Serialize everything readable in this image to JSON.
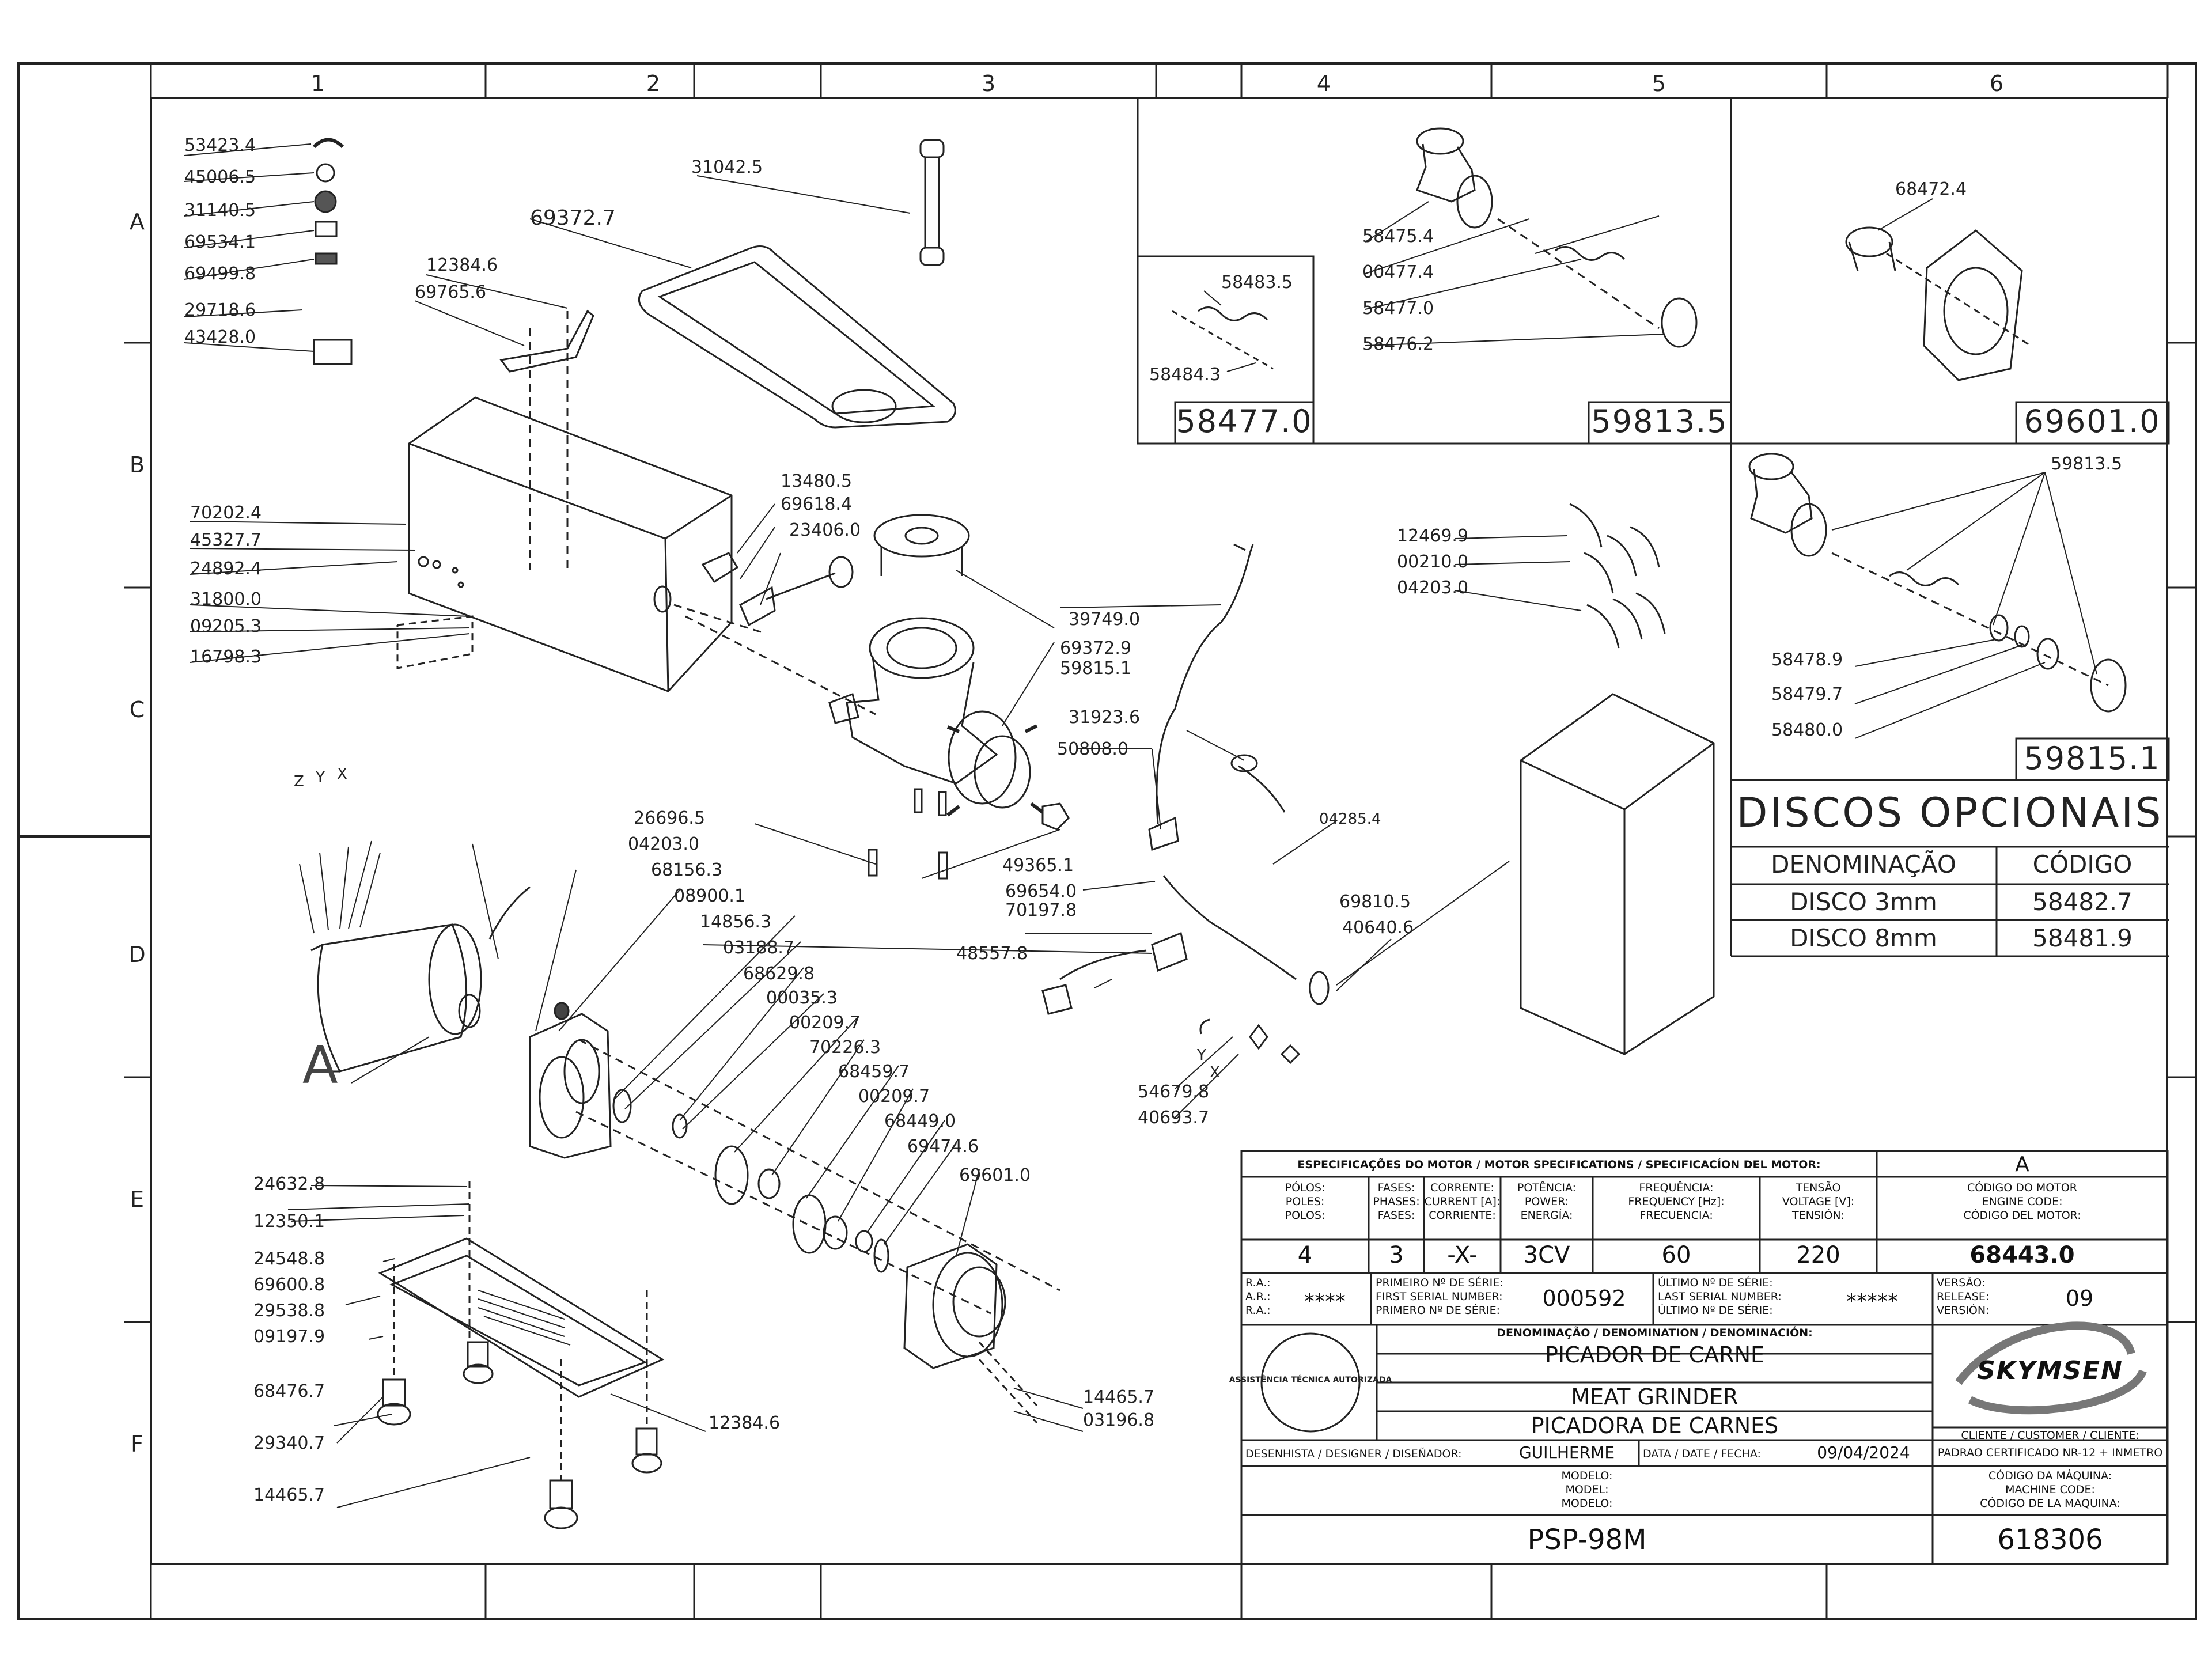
{
  "grid": {
    "cols": [
      "1",
      "2",
      "3",
      "4",
      "5",
      "6"
    ],
    "rows": [
      "A",
      "B",
      "C",
      "D",
      "E",
      "F"
    ]
  },
  "parts": {
    "p53423_4": "53423.4",
    "p45006_5": "45006.5",
    "p31140_5": "31140.5",
    "p69534_1": "69534.1",
    "p69499_8": "69499.8",
    "p29718_6": "29718.6",
    "p43428_0": "43428.0",
    "p69372_7": "69372.7",
    "p12384_6a": "12384.6",
    "p69765_6": "69765.6",
    "p31042_5": "31042.5",
    "p70202_4": "70202.4",
    "p45327_7": "45327.7",
    "p24892_4": "24892.4",
    "p31800_0": "31800.0",
    "p09205_3": "09205.3",
    "p16798_3": "16798.3",
    "p13480_5": "13480.5",
    "p69618_4": "69618.4",
    "p23406_0": "23406.0",
    "p39749_0": "39749.0",
    "p69372_9": "69372.9",
    "p59815_1": "59815.1",
    "p31923_6": "31923.6",
    "p50808_0": "50808.0",
    "p26696_5": "26696.5",
    "p04203_0a": "04203.0",
    "p68156_3": "68156.3",
    "p08900_1": "08900.1",
    "p14856_3": "14856.3",
    "p03188_7": "03188.7",
    "p68629_8": "68629.8",
    "p00035_3": "00035.3",
    "p00209_7a": "00209.7",
    "p70226_3": "70226.3",
    "p68459_7": "68459.7",
    "p00209_7b": "00209.7",
    "p68449_0": "68449.0",
    "p69474_6": "69474.6",
    "p69601_0": "69601.0",
    "p49365_1": "49365.1",
    "p69654_0": "69654.0",
    "p70197_8": "70197.8",
    "p48557_8": "48557.8",
    "p04285_4": "04285.4",
    "p69810_5": "69810.5",
    "p40640_6": "40640.6",
    "p54679_8": "54679.8",
    "p40693_7": "40693.7",
    "p12469_9": "12469.9",
    "p00210_0": "00210.0",
    "p04203_0b": "04203.0",
    "p24632_8": "24632.8",
    "p12350_1": "12350.1",
    "p24548_8": "24548.8",
    "p69600_8": "69600.8",
    "p29538_8": "29538.8",
    "p09197_9": "09197.9",
    "p68476_7": "68476.7",
    "p29340_7": "29340.7",
    "p14465_7a": "14465.7",
    "p12384_6b": "12384.6",
    "p14465_7b": "14465.7",
    "p03196_8": "03196.8",
    "p58483_5": "58483.5",
    "p58484_3": "58484.3",
    "p58475_4": "58475.4",
    "p00477_4": "00477.4",
    "p58477_0": "58477.0",
    "p58476_2": "58476.2",
    "p68472_4": "68472.4",
    "p59813_5": "59813.5",
    "p58478_9": "58478.9",
    "p58479_7": "58479.7",
    "p58480_0": "58480.0"
  },
  "wires": {
    "z": "Z",
    "y": "Y",
    "x": "X",
    "y2": "Y",
    "x2": "X"
  },
  "detail": {
    "a": "A"
  },
  "boxes": {
    "b1": "58477.0",
    "b2": "59813.5",
    "b3": "69601.0",
    "b4": "59815.1"
  },
  "discos": {
    "title": "DISCOS OPCIONAIS",
    "h1": "DENOMINAÇÃO",
    "h2": "CÓDIGO",
    "r1n": "DISCO 3mm",
    "r1c": "58482.7",
    "r2n": "DISCO 8mm",
    "r2c": "58481.9"
  },
  "title_block": {
    "spec_header": "ESPECIFICAÇÕES DO MOTOR / MOTOR SPECIFICATIONS / SPECIFICACÍON DEL MOTOR:",
    "code_letter": "A",
    "motor_code_label": [
      "CÓDIGO DO MOTOR",
      "ENGINE CODE:",
      "CÓDIGO DEL MOTOR:"
    ],
    "motor_code": "68443.0",
    "spec_labels": [
      [
        "PÓLOS:",
        "POLES:",
        "POLOS:"
      ],
      [
        "FASES:",
        "PHASES:",
        "FASES:"
      ],
      [
        "CORRENTE:",
        "CURRENT [A]:",
        "CORRIENTE:"
      ],
      [
        "POTÊNCIA:",
        "POWER:",
        "ENERGÍA:"
      ],
      [
        "FREQUÊNCIA:",
        "FREQUENCY [Hz]:",
        "FRECUENCIA:"
      ],
      [
        "TENSÃO",
        "VOLTAGE [V]:",
        "TENSIÓN:"
      ]
    ],
    "spec_values": [
      "4",
      "3",
      "-X-",
      "3CV",
      "60",
      "220"
    ],
    "ra_label": [
      "R.A.:",
      "A.R.:",
      "R.A.:"
    ],
    "ra_value": "****",
    "first_serial_label": [
      "PRIMEIRO Nº DE SÉRIE:",
      "FIRST SERIAL NUMBER:",
      "PRIMERO Nº DE SÉRIE:"
    ],
    "first_serial": "000592",
    "last_serial_label": [
      "ÚLTIMO Nº DE SÉRIE:",
      "LAST SERIAL NUMBER:",
      "ÚLTIMO Nº DE SÉRIE:"
    ],
    "last_serial": "*****",
    "version_label": [
      "VERSÃO:",
      "RELEASE:",
      "VERSIÓN:"
    ],
    "version": "09",
    "denomination_label": "DENOMINAÇÃO / DENOMINATION / DENOMINACIÓN:",
    "names": [
      "PICADOR DE CARNE",
      "MEAT GRINDER",
      "PICADORA DE CARNES"
    ],
    "stamp_text": "ASSISTÊNCIA TÉCNICA AUTORIZADA",
    "brand": "SKYMSEN",
    "client_label": "CLIENTE / CUSTOMER / CLIENTE:",
    "client_value": "PADRAO CERTIFICADO NR-12 + INMETRO",
    "designer_label": "DESENHISTA / DESIGNER / DISEÑADOR:",
    "designer": "GUILHERME",
    "date_label": "DATA / DATE / FECHA:",
    "date": "09/04/2024",
    "model_label": [
      "MODELO:",
      "MODEL:",
      "MODELO:"
    ],
    "machine_code_label": [
      "CÓDIGO DA MÁQUINA:",
      "MACHINE CODE:",
      "CÓDIGO DE LA MAQUINA:"
    ],
    "model": "PSP-98M",
    "machine_code": "618306"
  }
}
